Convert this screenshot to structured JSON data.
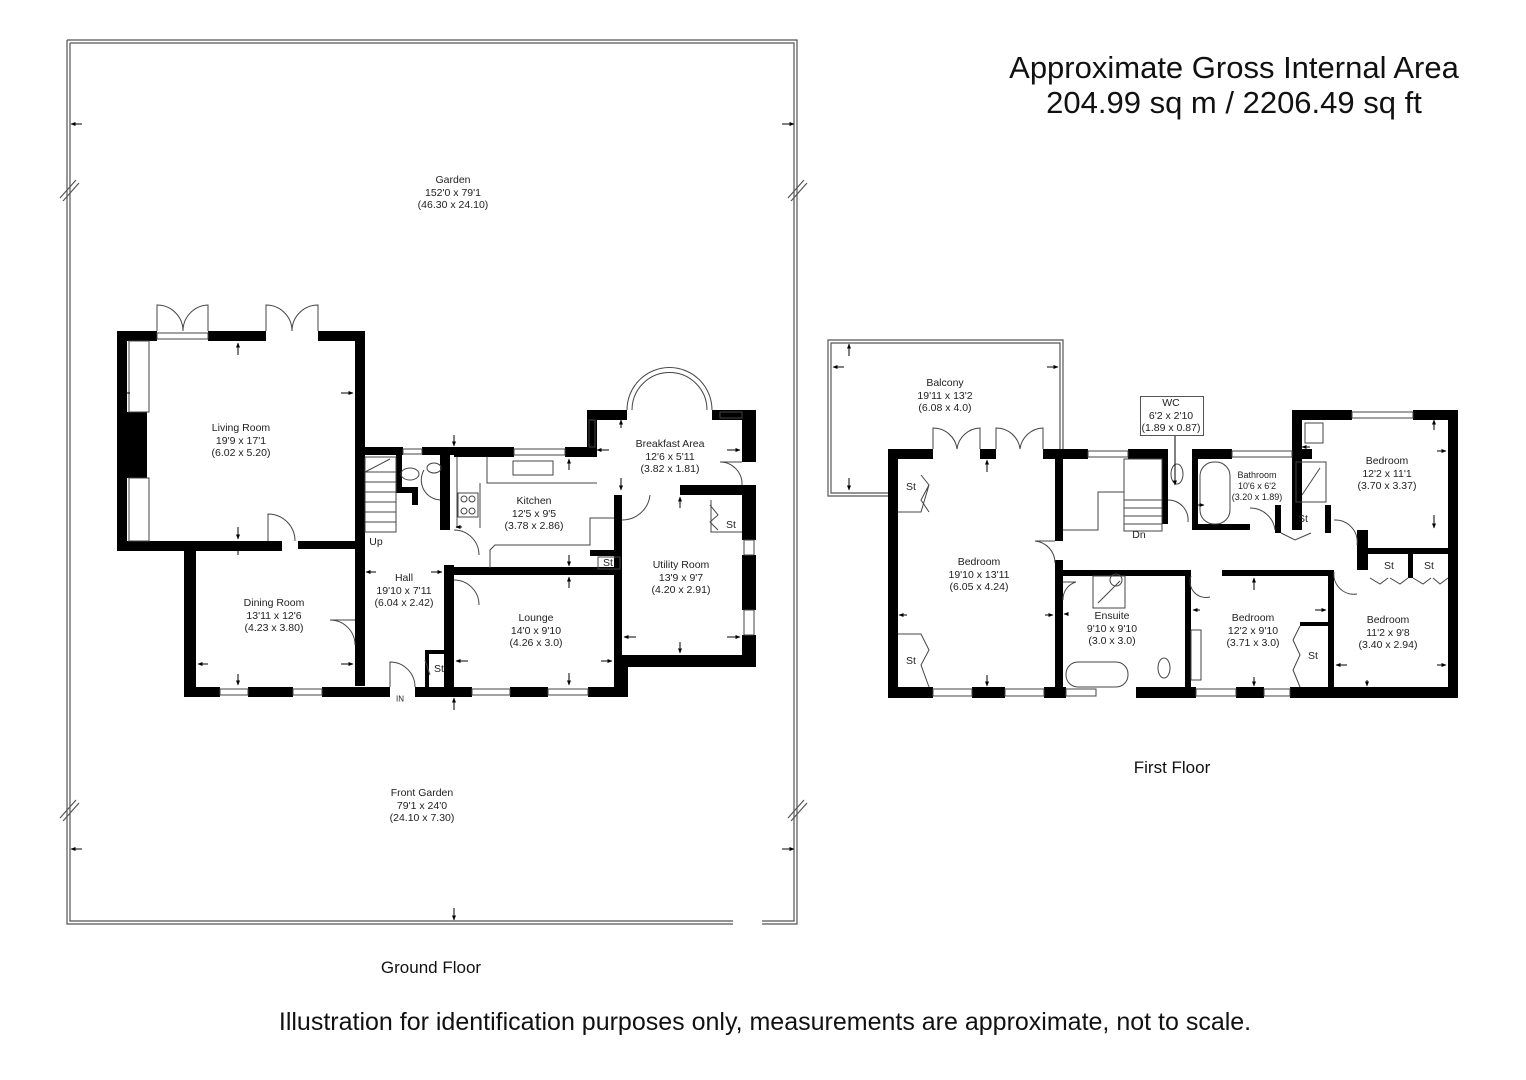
{
  "header": {
    "line1": "Approximate Gross Internal Area",
    "line2": "204.99 sq m / 2206.49 sq ft"
  },
  "floors": {
    "ground": {
      "label": "Ground Floor",
      "rooms": [
        {
          "name": "Garden",
          "imperial": "152'0 x 79'1",
          "metric": "(46.30 x 24.10)"
        },
        {
          "name": "Living Room",
          "imperial": "19'9 x 17'1",
          "metric": "(6.02 x 5.20)"
        },
        {
          "name": "Dining Room",
          "imperial": "13'11 x 12'6",
          "metric": "(4.23 x 3.80)"
        },
        {
          "name": "Hall",
          "imperial": "19'10 x 7'11",
          "metric": "(6.04 x 2.42)"
        },
        {
          "name": "Kitchen",
          "imperial": "12'5 x 9'5",
          "metric": "(3.78 x 2.86)"
        },
        {
          "name": "Breakfast Area",
          "imperial": "12'6 x 5'11",
          "metric": "(3.82 x 1.81)"
        },
        {
          "name": "Utility Room",
          "imperial": "13'9 x 9'7",
          "metric": "(4.20 x 2.91)"
        },
        {
          "name": "Lounge",
          "imperial": "14'0 x 9'10",
          "metric": "(4.26 x 3.0)"
        },
        {
          "name": "Front Garden",
          "imperial": "79'1 x 24'0",
          "metric": "(24.10 x 7.30)"
        }
      ],
      "tags": {
        "up": "Up",
        "in": "IN",
        "storage": "St"
      }
    },
    "first": {
      "label": "First Floor",
      "rooms": [
        {
          "name": "Balcony",
          "imperial": "19'11 x 13'2",
          "metric": "(6.08 x 4.0)"
        },
        {
          "name": "WC",
          "imperial": "6'2 x 2'10",
          "metric": "(1.89 x 0.87)"
        },
        {
          "name": "Bathroom",
          "imperial": "10'6 x 6'2",
          "metric": "(3.20 x 1.89)"
        },
        {
          "name": "Bedroom",
          "imperial": "12'2 x 11'1",
          "metric": "(3.70 x 3.37)"
        },
        {
          "name": "Bedroom",
          "imperial": "19'10 x 13'11",
          "metric": "(6.05 x 4.24)"
        },
        {
          "name": "Ensuite",
          "imperial": "9'10 x 9'10",
          "metric": "(3.0 x 3.0)"
        },
        {
          "name": "Bedroom",
          "imperial": "12'2 x 9'10",
          "metric": "(3.71 x 3.0)"
        },
        {
          "name": "Bedroom",
          "imperial": "11'2 x 9'8",
          "metric": "(3.40 x 2.94)"
        }
      ],
      "tags": {
        "down": "Dn",
        "storage": "St"
      }
    }
  },
  "footer": {
    "disclaimer": "Illustration for identification purposes only, measurements are approximate, not to scale."
  },
  "colors": {
    "wall": "#000000",
    "outline": "#555555",
    "background": "#ffffff"
  }
}
